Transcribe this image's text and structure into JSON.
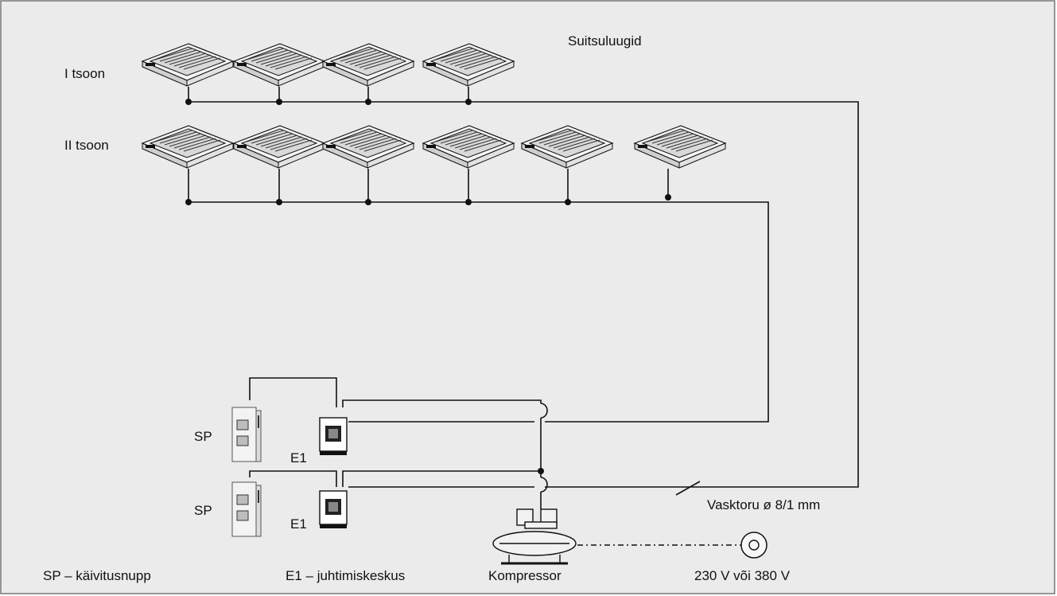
{
  "title": "Suitsuluugid",
  "zones": [
    {
      "label": "I tsoon",
      "hatch_count": 4
    },
    {
      "label": "II tsoon",
      "hatch_count": 6
    }
  ],
  "units": [
    {
      "start_label": "SP",
      "control_label": "E1"
    },
    {
      "start_label": "SP",
      "control_label": "E1"
    }
  ],
  "pipe_label": "Vasktoru ø 8/1 mm",
  "compressor_label": "Kompressor",
  "power_label": "230 V või 380 V",
  "legend": {
    "sp": "SP – käivitusnupp",
    "e1": "E1 – juhtimiskeskus"
  },
  "colors": {
    "background": "#ebebeb",
    "line": "#111111",
    "frame": "#777777"
  }
}
